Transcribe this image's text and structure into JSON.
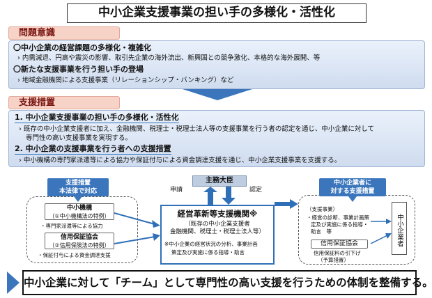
{
  "title": "中小企業支援事業の担い手の多様化・活性化",
  "problem": {
    "label": "問題意識",
    "items": [
      {
        "head": "〇中小企業の経営課題の多様化・複雑化",
        "detail": "内需減退、円高や震災の影響、取引先企業の海外流出、新興国との競争激化、本格的な海外展開、等"
      },
      {
        "head": "〇新たな支援事業を行う担い手の登場",
        "detail": "地域金融機関による支援事業（リレーションシップ・バンキング）など"
      }
    ]
  },
  "measures": {
    "label": "支援措置",
    "items": [
      {
        "head": "1. 中小企業支援事業の担い手の多様化・活性化",
        "detail_lines": [
          "既存の中小企業支援者に加え、金融機関、税理士・税理士法人等の支援事業を行う者の認定を通じ、中小企業に対して",
          "専門性の高い支援事業を実現する。"
        ]
      },
      {
        "head": "2. 中小企業の支援事業を行う者への支援措置",
        "detail_lines": [
          "中小機構の専門家派遣等による協力や保証付与による資金調達支援を通じ、中小企業支援事業を支援する。"
        ]
      }
    ]
  },
  "diagram": {
    "left_tag": [
      "支援措置",
      "本法律で対応"
    ],
    "left_items": [
      {
        "name": "中小機構",
        "sub": "（①中小機構法の特例）",
        "note": "・専門家派遣等による協力"
      },
      {
        "name": "信用保証協会",
        "sub": "（②信用保険法の特例）",
        "note": "・保証付与による資金調達支援"
      }
    ],
    "minister": "主務大臣",
    "apply_label": "申請",
    "approve_label": "認定",
    "center": {
      "title": "経営革新等支援機関※",
      "sub1": "（既存の中小企業支援者",
      "sub2": "金融機関、税理士・税理士法人等）",
      "note1": "※中小企業の経営状況の分析、事業計画",
      "note2": "策定及び実施に係る指導・助言"
    },
    "right_tag": [
      "中小企業者に",
      "対する支援措置"
    ],
    "right_items": [
      "（支援事業）",
      "・経営の診断、事業計画策",
      "定及び実施に係る指導・",
      "助言　等"
    ],
    "right_guarantee": "信用保証協会",
    "right_fee": [
      "信用保証料の引下げ",
      "（予算措置）"
    ],
    "target": "中小企業者"
  },
  "conclusion": "中小企業に対して「チーム」として専門性の高い支援を行うための体制を整備する。",
  "colors": {
    "accent": "#2f6fb8",
    "label_bg": "#f6d2c7",
    "panel_bg": "#dbe6f5"
  }
}
